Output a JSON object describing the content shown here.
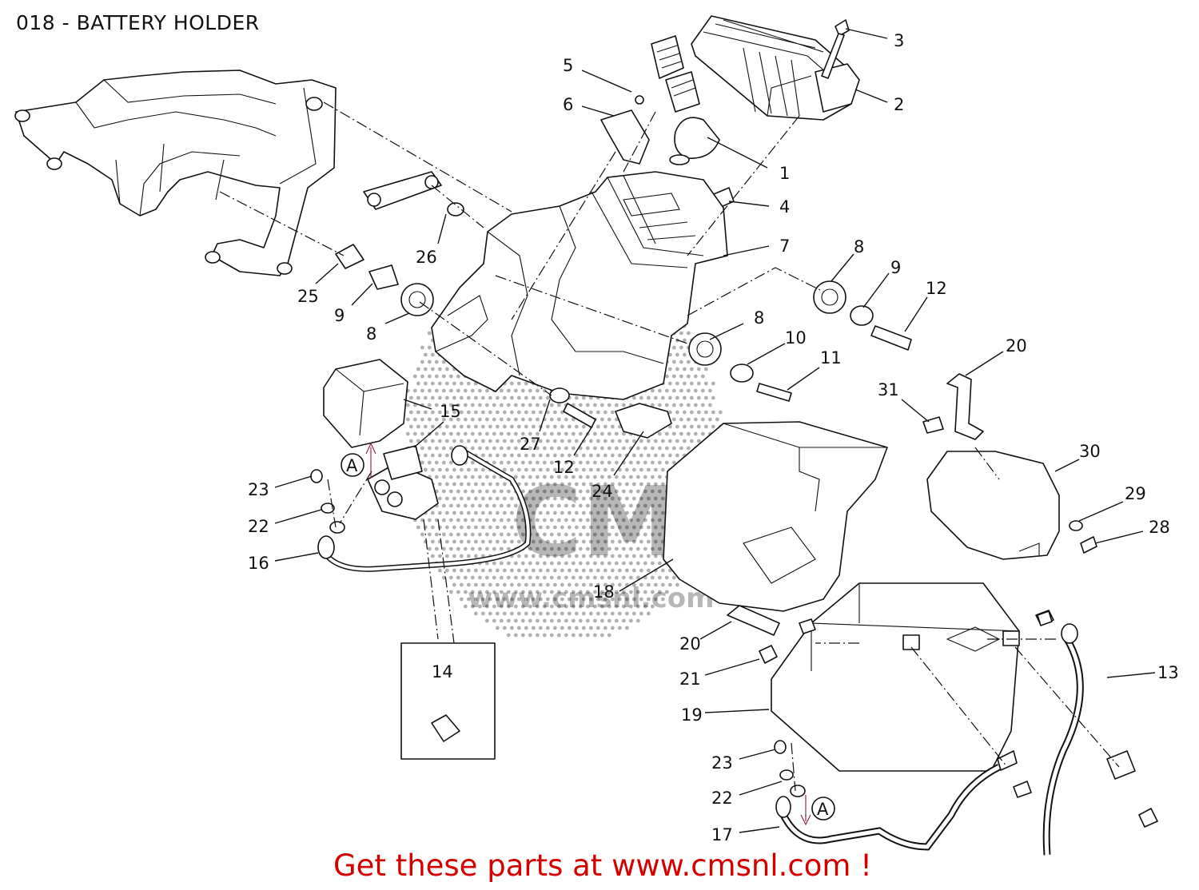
{
  "title": "018 - BATTERY HOLDER",
  "promo": "Get these parts at www.cmsnl.com !",
  "watermark": {
    "text": "CMS",
    "subtext": "www.cmsnl.com",
    "color": "#000000"
  },
  "accent_color": "#d40000",
  "connection_marker": "A",
  "callouts": [
    {
      "id": "c3",
      "label": "3"
    },
    {
      "id": "c5",
      "label": "5"
    },
    {
      "id": "c2",
      "label": "2"
    },
    {
      "id": "c6",
      "label": "6"
    },
    {
      "id": "c1",
      "label": "1"
    },
    {
      "id": "c4",
      "label": "4"
    },
    {
      "id": "c26",
      "label": "26"
    },
    {
      "id": "c7",
      "label": "7"
    },
    {
      "id": "c8a",
      "label": "8"
    },
    {
      "id": "c9a",
      "label": "9"
    },
    {
      "id": "c12a",
      "label": "12"
    },
    {
      "id": "c25",
      "label": "25"
    },
    {
      "id": "c9b",
      "label": "9"
    },
    {
      "id": "c8b",
      "label": "8"
    },
    {
      "id": "c8c",
      "label": "8"
    },
    {
      "id": "c10",
      "label": "10"
    },
    {
      "id": "c11",
      "label": "11"
    },
    {
      "id": "c20a",
      "label": "20"
    },
    {
      "id": "c31",
      "label": "31"
    },
    {
      "id": "c15",
      "label": "15"
    },
    {
      "id": "c27",
      "label": "27"
    },
    {
      "id": "c12b",
      "label": "12"
    },
    {
      "id": "c24",
      "label": "24"
    },
    {
      "id": "c30",
      "label": "30"
    },
    {
      "id": "c23a",
      "label": "23"
    },
    {
      "id": "c29",
      "label": "29"
    },
    {
      "id": "c22a",
      "label": "22"
    },
    {
      "id": "c28",
      "label": "28"
    },
    {
      "id": "c16",
      "label": "16"
    },
    {
      "id": "c18",
      "label": "18"
    },
    {
      "id": "c20b",
      "label": "20"
    },
    {
      "id": "c14",
      "label": "14"
    },
    {
      "id": "c21",
      "label": "21"
    },
    {
      "id": "c13",
      "label": "13"
    },
    {
      "id": "c19",
      "label": "19"
    },
    {
      "id": "c23b",
      "label": "23"
    },
    {
      "id": "c22b",
      "label": "22"
    },
    {
      "id": "c17",
      "label": "17"
    }
  ]
}
